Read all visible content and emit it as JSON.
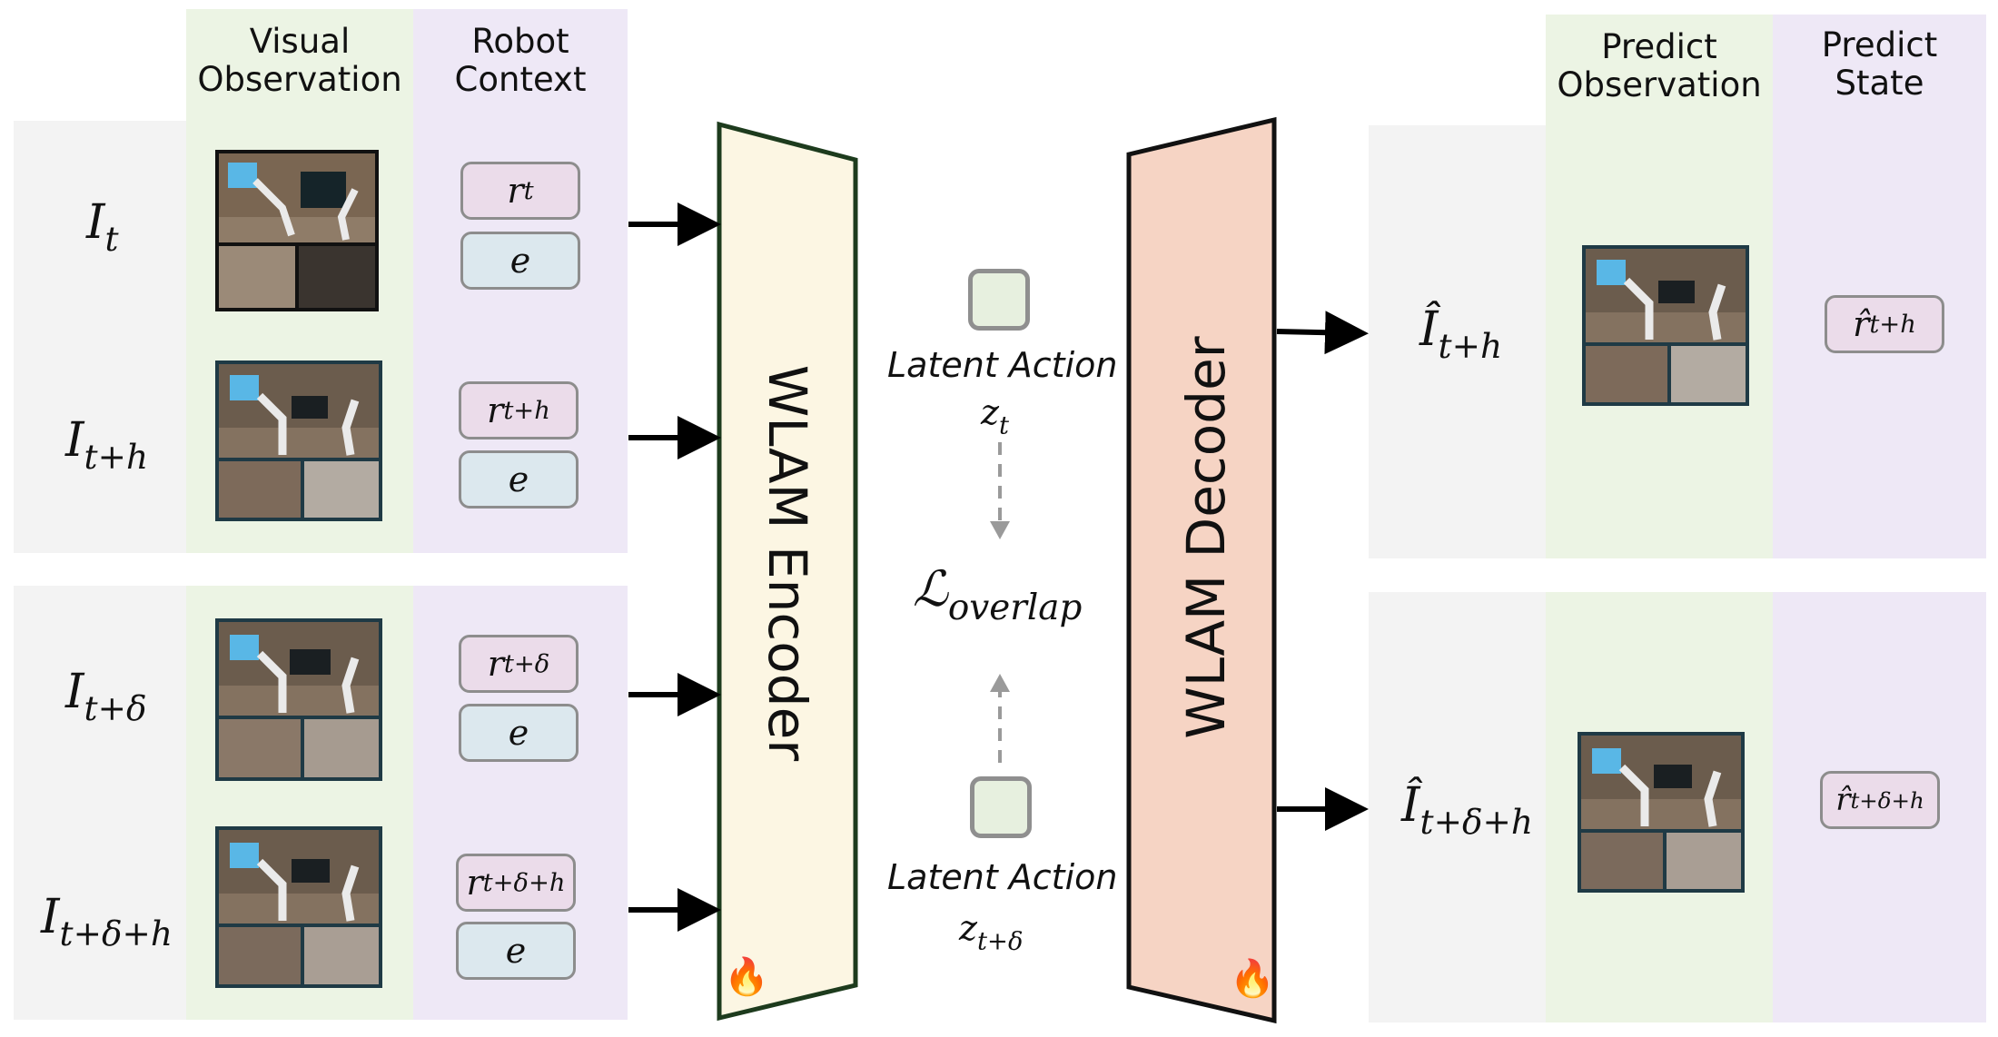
{
  "input_headers": {
    "visual_observation": "Visual\nObservation",
    "robot_context": "Robot\nContext"
  },
  "output_headers": {
    "predict_observation": "Predict\nObservation",
    "predict_state": "Predict\nState"
  },
  "input_rows": [
    {
      "frame": "I",
      "frame_sub": "t",
      "state": "r",
      "state_sub": "t",
      "embodiment": "e"
    },
    {
      "frame": "I",
      "frame_sub": "t+h",
      "state": "r",
      "state_sub": "t+h",
      "embodiment": "e"
    },
    {
      "frame": "I",
      "frame_sub": "t+δ",
      "state": "r",
      "state_sub": "t+δ",
      "embodiment": "e"
    },
    {
      "frame": "I",
      "frame_sub": "t+δ+h",
      "state": "r",
      "state_sub": "t+δ+h",
      "embodiment": "e"
    }
  ],
  "output_rows": [
    {
      "frame": "Î",
      "frame_sub": "t+h",
      "state": "r̂",
      "state_sub": "t+h"
    },
    {
      "frame": "Î",
      "frame_sub": "t+δ+h",
      "state": "r̂",
      "state_sub": "t+δ+h"
    }
  ],
  "encoder": {
    "label": "WLAM Encoder",
    "fill": "#fcf6e3",
    "stroke": "#1d3b1d"
  },
  "decoder": {
    "label": "WLAM Decoder",
    "fill": "#f6d4c4",
    "stroke": "#111111"
  },
  "flame_icon": "🔥",
  "latent": {
    "top": {
      "label": "Latent Action",
      "var": "z",
      "var_sub": "t"
    },
    "bottom": {
      "label": "Latent Action",
      "var": "z",
      "var_sub": "t+δ"
    },
    "loss": {
      "symbol": "ℒ",
      "sub": "overlap"
    }
  },
  "colors": {
    "row_gray": "#f3f3f3",
    "visual_green": "#ecf4e4",
    "context_purple": "#eee8f6",
    "pill_state": "#ebdcea",
    "pill_embodiment": "#dce8ee",
    "thumb_border": "#1f3a45"
  }
}
